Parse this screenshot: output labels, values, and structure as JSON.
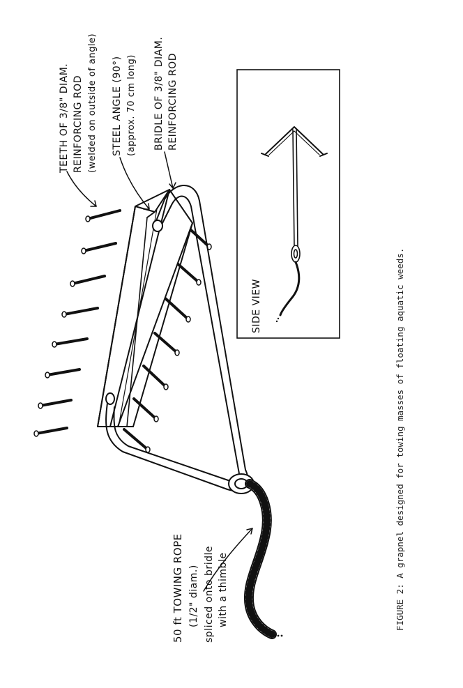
{
  "labels": {
    "teeth": {
      "line1": "TEETH OF 3/8\" DIAM.",
      "line2": "REINFORCING ROD",
      "line3": "(welded on outside of angle)"
    },
    "angle": {
      "line1": "STEEL ANGLE (90°)",
      "line2": "(approx. 70 cm long)"
    },
    "bridle": {
      "line1": "BRIDLE OF 3/8\" DIAM.",
      "line2": "REINFORCING ROD"
    },
    "rope": {
      "line1": "50 ft TOWING ROPE",
      "line2": "(1/2\" diam.)",
      "line3": "spliced onto bridle",
      "line4": "with a thimble"
    },
    "side_view": "SIDE VIEW"
  },
  "caption": "FIGURE 2:  A grapnel designed for towing masses of floating aquatic weeds."
}
